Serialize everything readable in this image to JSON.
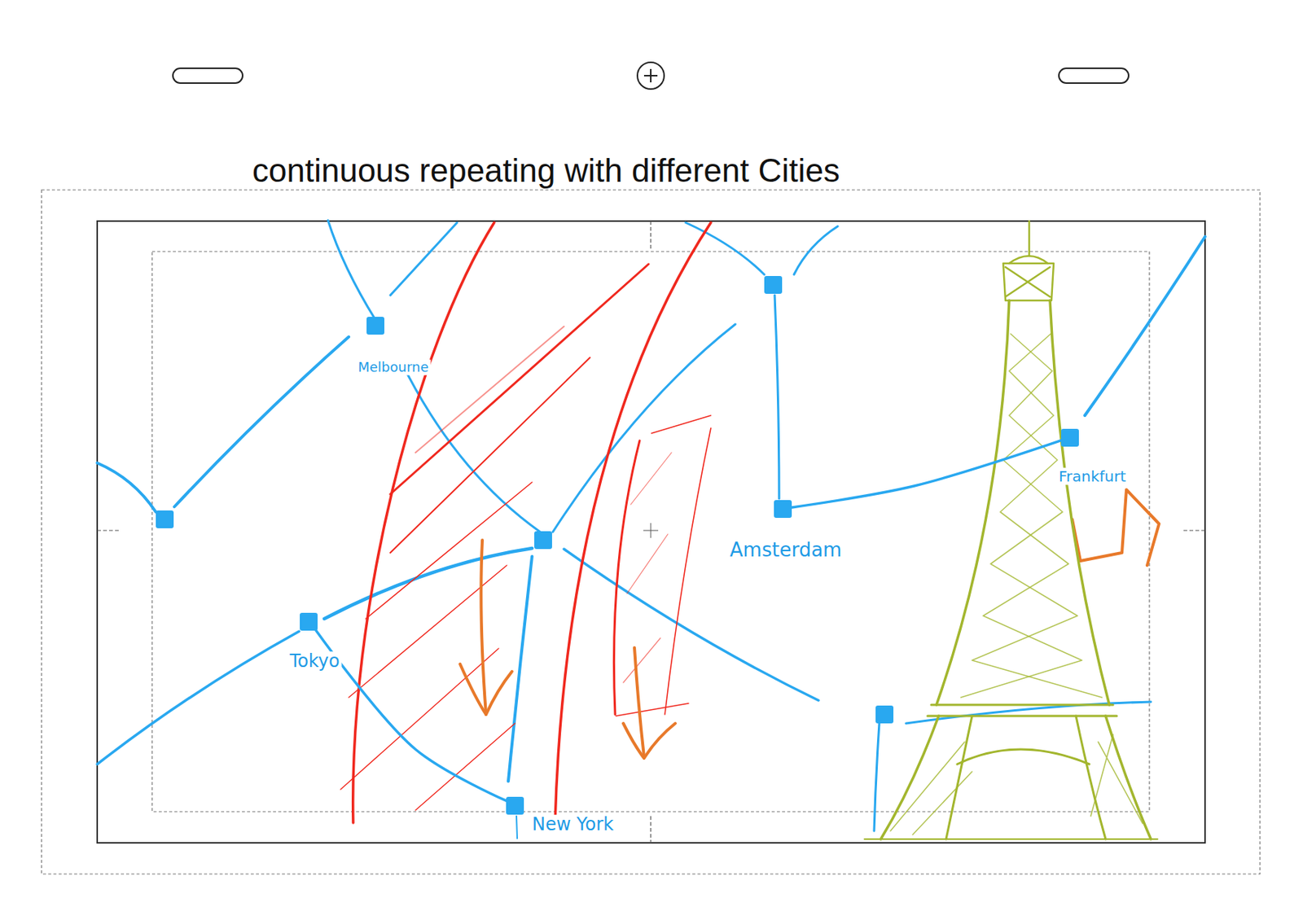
{
  "diagram": {
    "title": "continuous repeating with different Cities",
    "nodes": [
      {
        "text": [
          "Melbourne"
        ]
      },
      {
        "text": [
          "Frankfurt"
        ]
      },
      {
        "text": [
          "Amsterdam"
        ]
      },
      {
        "text": [
          "Tokyo"
        ]
      },
      {
        "text": [
          "New York"
        ]
      }
    ],
    "edges": [
      {
        "from": 2,
        "to": 1,
        "arrow": "none"
      },
      {
        "from": 3,
        "to": 4,
        "arrow": "none"
      }
    ]
  }
}
